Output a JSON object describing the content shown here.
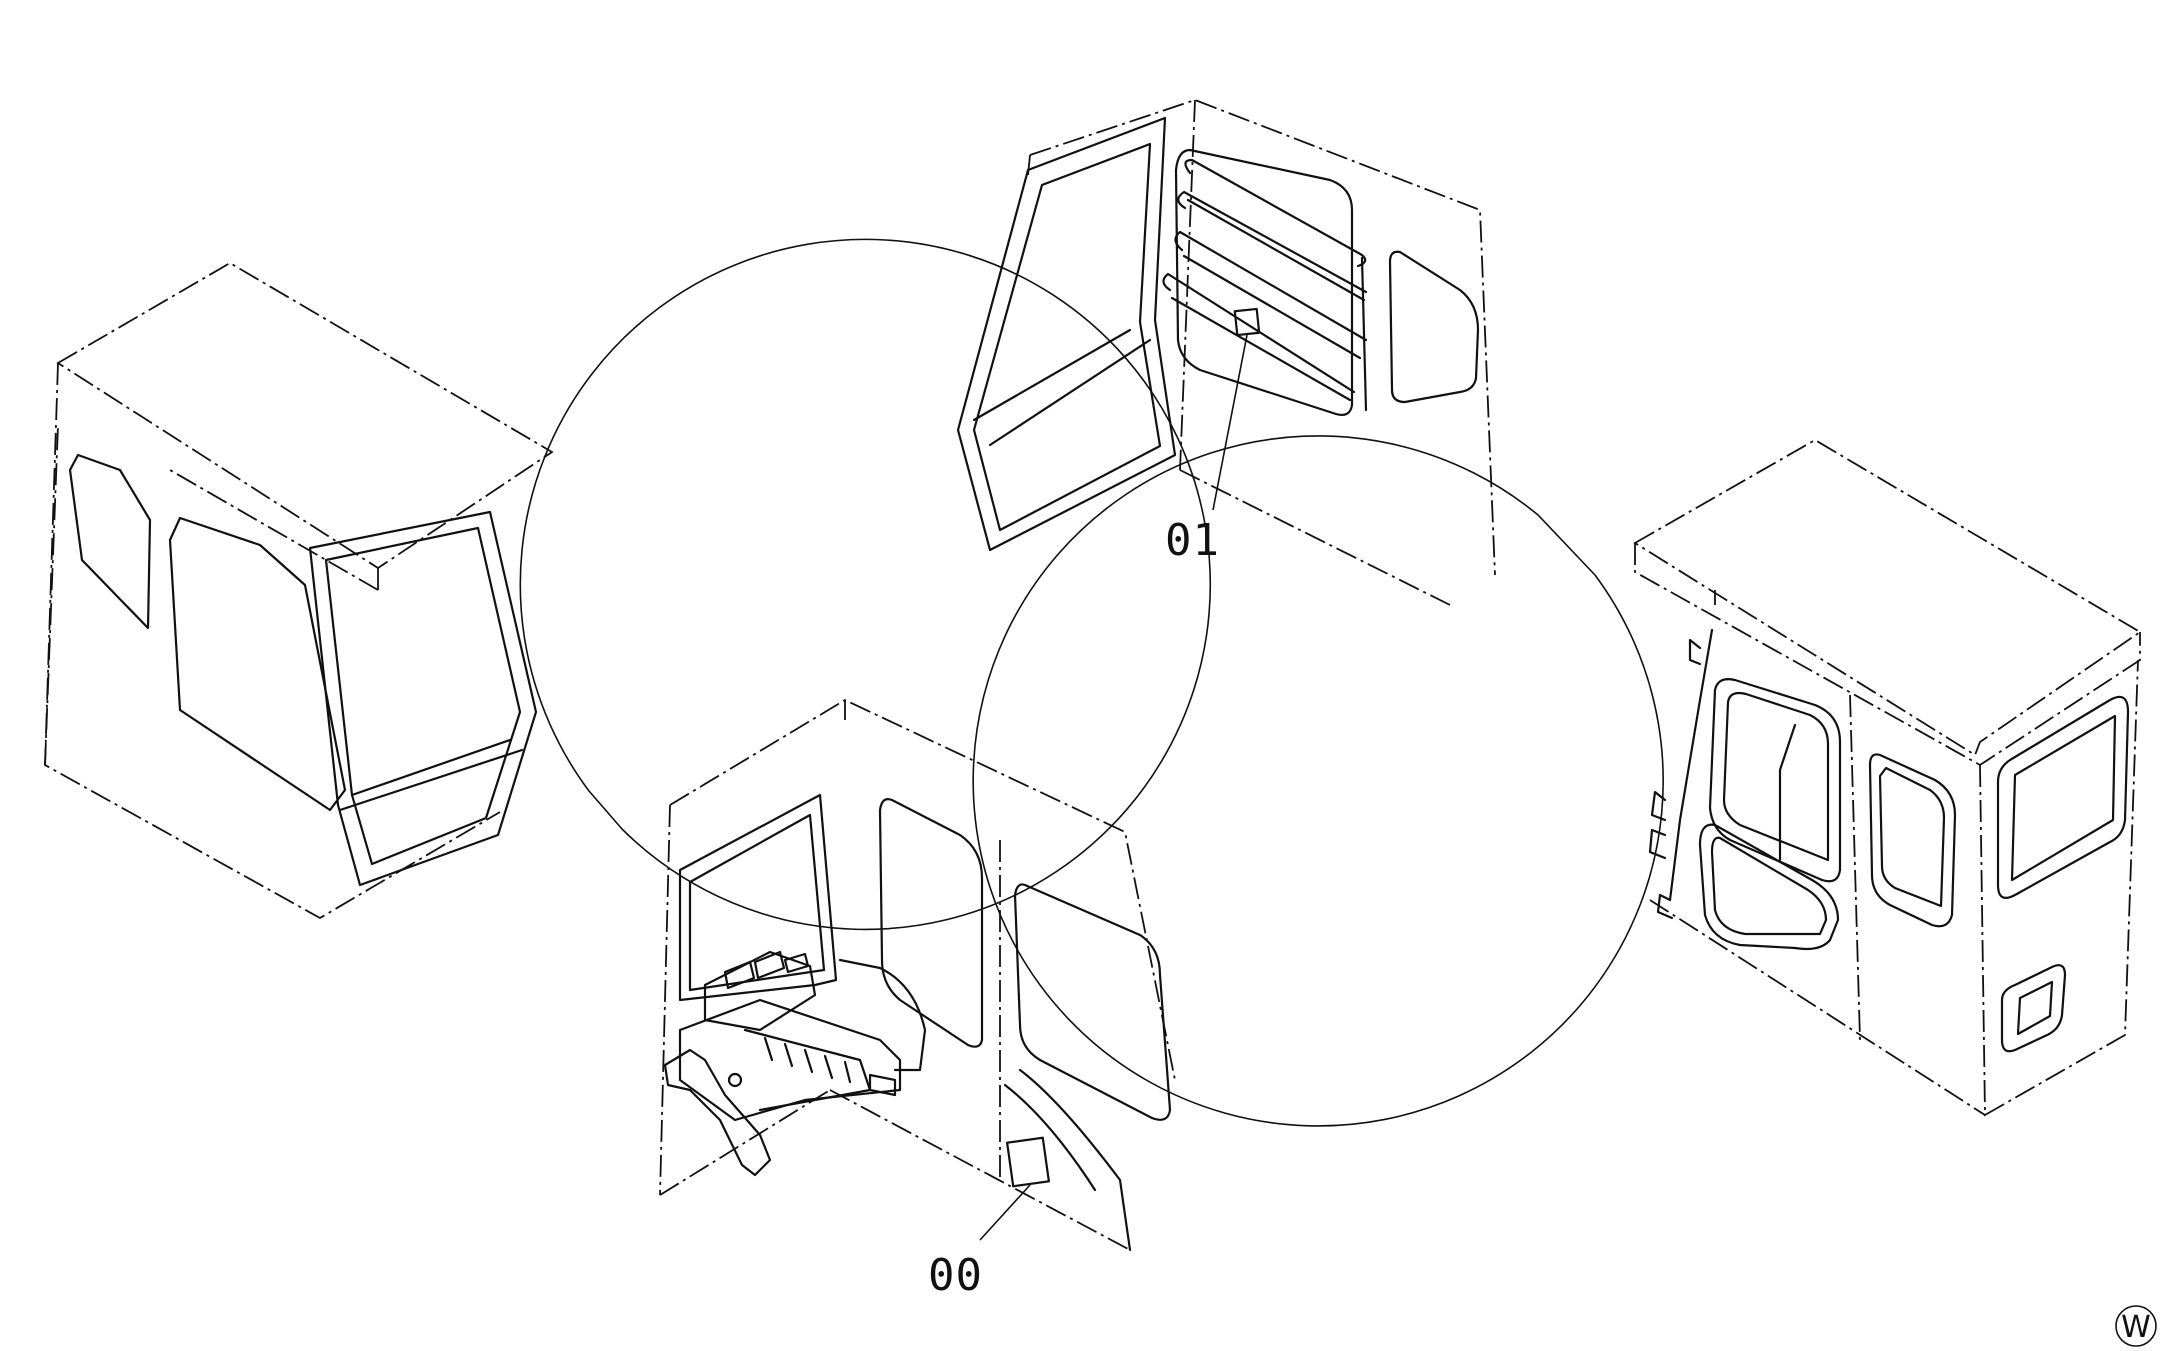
{
  "callouts": {
    "upper": {
      "label": "01"
    },
    "lower": {
      "label": "00"
    }
  },
  "corner_mark": {
    "label": "W"
  }
}
